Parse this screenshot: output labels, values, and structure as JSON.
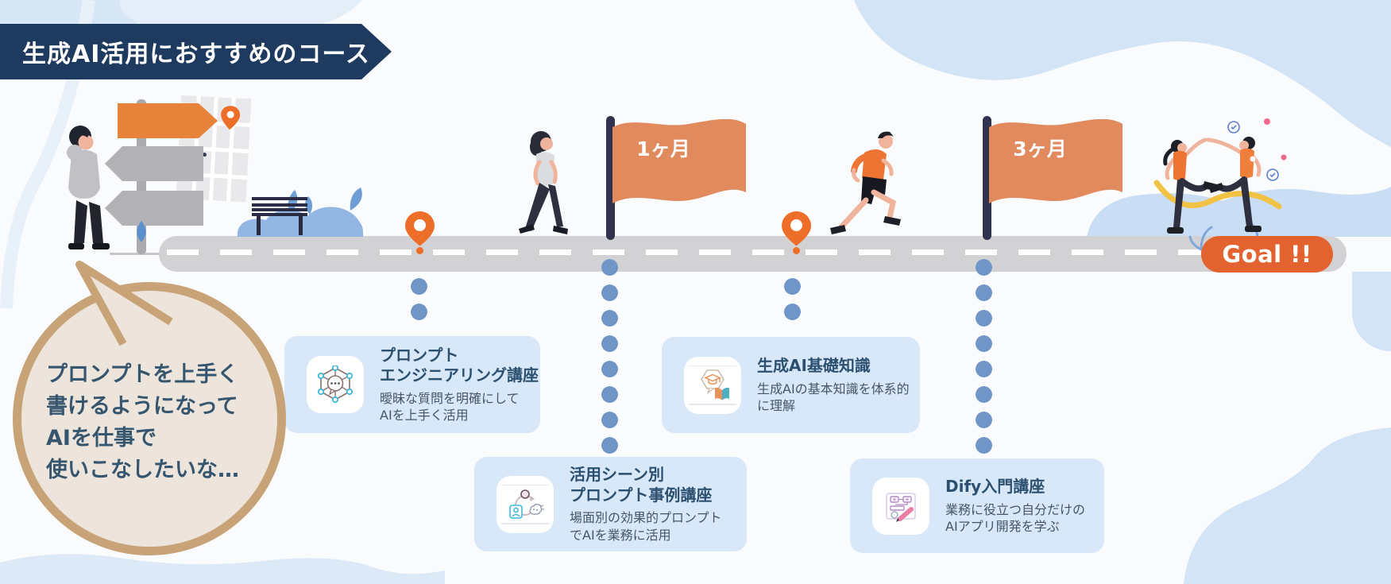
{
  "banner": {
    "title": "生成AI活用におすすめのコース"
  },
  "speech_bubble": {
    "text": "プロンプトを上手く\n書けるようになって\nAIを仕事で\n使いこなしたいな…"
  },
  "roadmap": {
    "milestone_flags": [
      {
        "label": "1ヶ月"
      },
      {
        "label": "3ヶ月"
      }
    ],
    "goal_label": "Goal !!"
  },
  "courses": [
    {
      "icon": "network-chat-icon",
      "title": "プロンプト\nエンジニアリング講座",
      "description": "曖昧な質問を明確にして\nAIを上手く活用"
    },
    {
      "icon": "cycle-person-ai-icon",
      "title": "活用シーン別\nプロンプト事例講座",
      "description": "場面別の効果的プロンプト\nでAIを業務に活用"
    },
    {
      "icon": "graduation-book-icon",
      "title": "生成AI基礎知識",
      "description": "生成AIの基本知識を体系的\nに理解"
    },
    {
      "icon": "workflow-pencil-icon",
      "title": "Dify入門講座",
      "description": "業務に役立つ自分だけの\nAIアプリ開発を学ぶ"
    }
  ],
  "colors": {
    "banner_bg": "#1E3A5E",
    "flag_orange": "#E08A5E",
    "pin_orange": "#ED6E28",
    "goal_orange": "#E2632F",
    "road_gray": "#D2D2D4",
    "dot_blue": "#7095C7",
    "card_bg": "#D9E8F8",
    "card_title": "#2C5170",
    "bubble_border": "#C8A377",
    "bubble_fill": "#EDE5DB",
    "background_blob_blue": "#D3E4F6"
  }
}
